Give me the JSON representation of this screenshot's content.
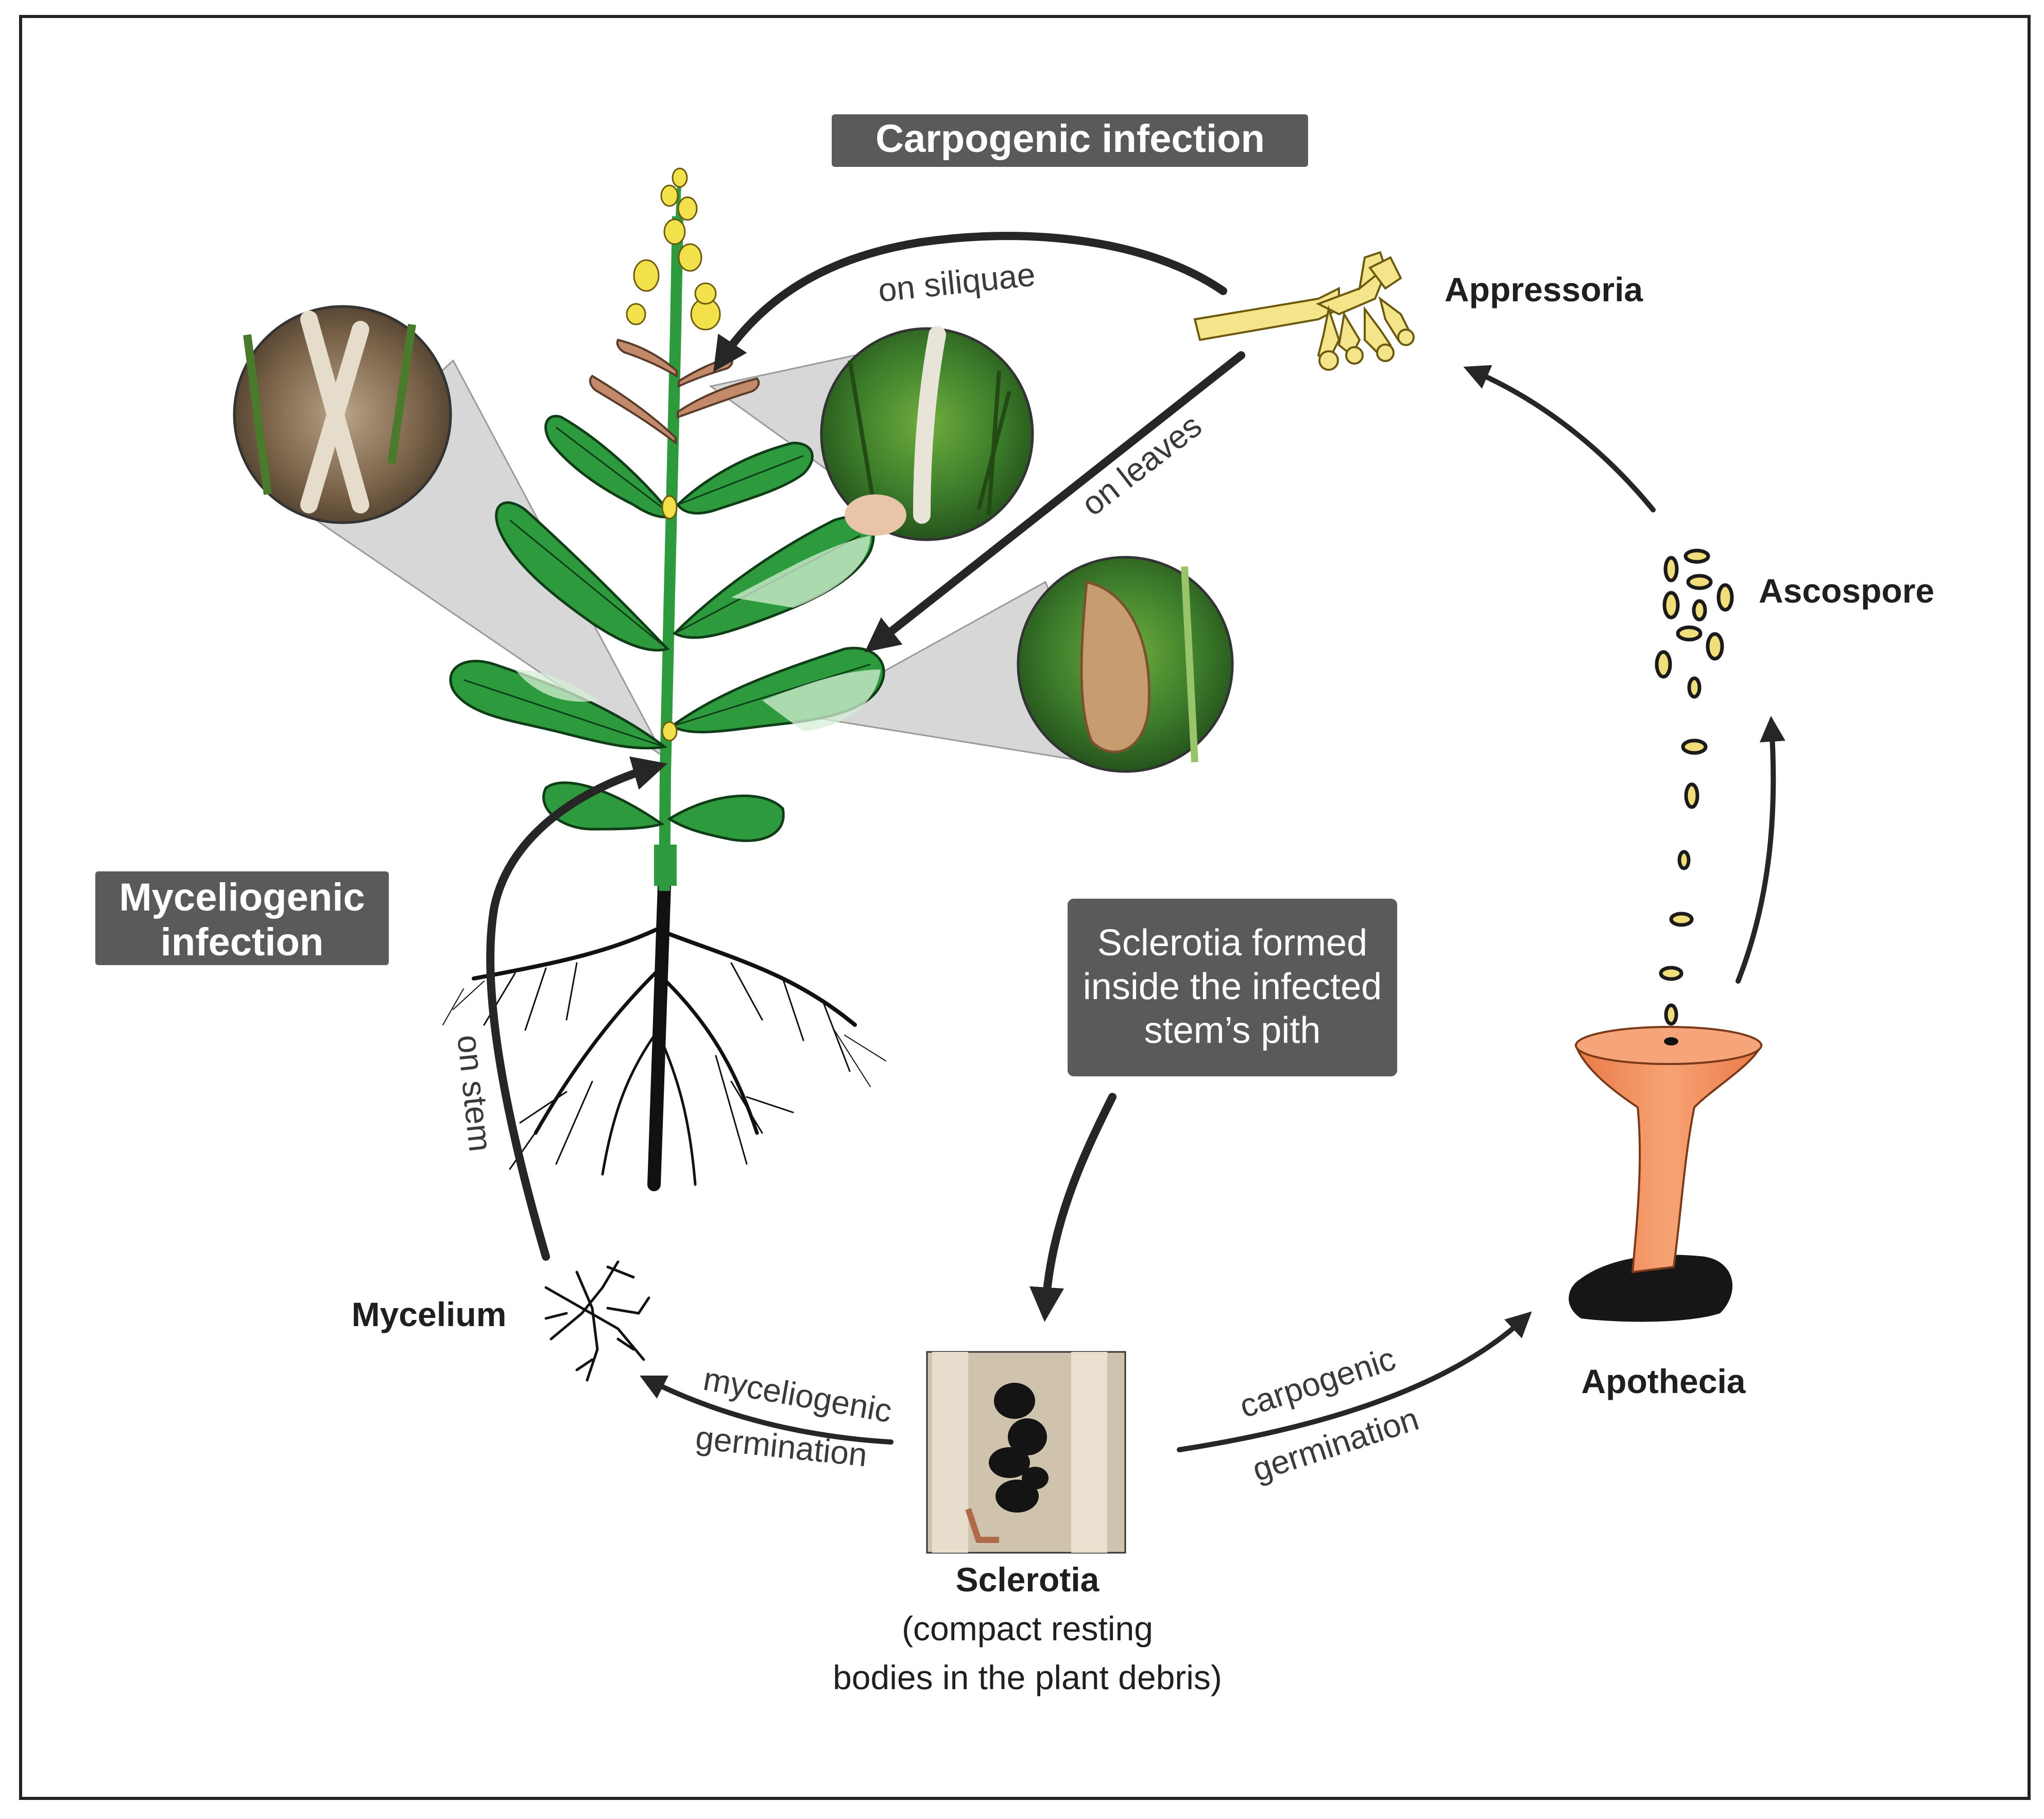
{
  "headings": {
    "carpogenic_infection": "Carpogenic infection",
    "myceliogenic_infection_line1": "Myceliogenic",
    "myceliogenic_infection_line2": "infection"
  },
  "stages": {
    "appressoria": "Appressoria",
    "ascospore": "Ascospore",
    "apothecia": "Apothecia",
    "mycelium": "Mycelium",
    "sclerotia_title": "Sclerotia",
    "sclerotia_desc_line1": "(compact resting",
    "sclerotia_desc_line2": "bodies in the plant debris)"
  },
  "info_box": {
    "line1": "Sclerotia formed",
    "line2": "inside the infected",
    "line3": "stem’s pith"
  },
  "arrow_labels": {
    "on_siliquae": "on siliquae",
    "on_leaves": "on leaves",
    "on_stem": "on stem",
    "myceliogenic_germination_line1": "myceliogenic",
    "myceliogenic_germination_line2": "germination",
    "carpogenic_germination_line1": "carpogenic",
    "carpogenic_germination_line2": "germination"
  },
  "colors": {
    "label_box": "#5a5a5a",
    "arrow": "#262626",
    "leaf": "#2e9a3e",
    "flower": "#f2e14a",
    "apothecium": "#f2935f",
    "sclerotium": "#1b1b1b",
    "spore": "#f1de7a",
    "callout": "#c7c7c7"
  }
}
